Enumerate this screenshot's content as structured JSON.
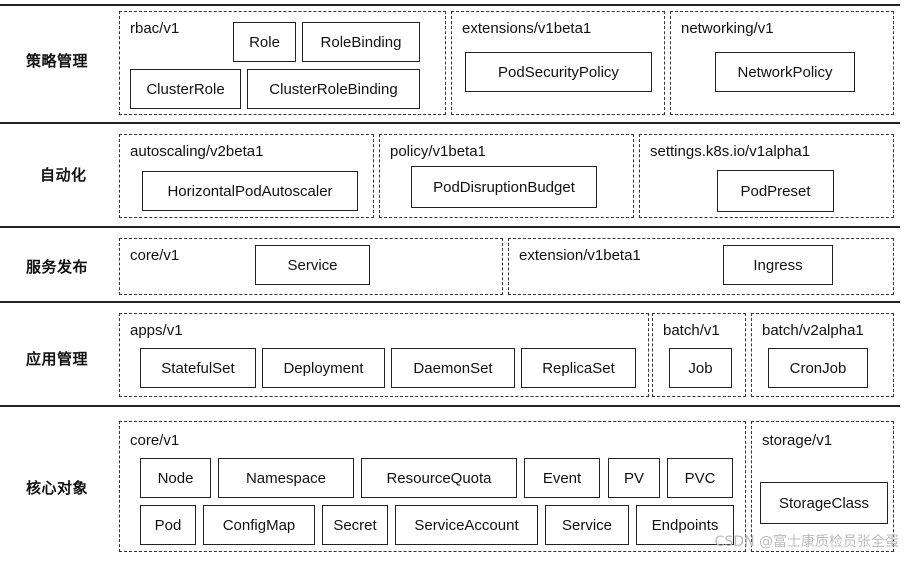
{
  "rows": [
    {
      "label": "策略管理",
      "groups": [
        {
          "title": "rbac/v1",
          "items": [
            "Role",
            "RoleBinding",
            "ClusterRole",
            "ClusterRoleBinding"
          ]
        },
        {
          "title": "extensions/v1beta1",
          "items": [
            "PodSecurityPolicy"
          ]
        },
        {
          "title": "networking/v1",
          "items": [
            "NetworkPolicy"
          ]
        }
      ]
    },
    {
      "label": "自动化",
      "groups": [
        {
          "title": "autoscaling/v2beta1",
          "items": [
            "HorizontalPodAutoscaler"
          ]
        },
        {
          "title": "policy/v1beta1",
          "items": [
            "PodDisruptionBudget"
          ]
        },
        {
          "title": "settings.k8s.io/v1alpha1",
          "items": [
            "PodPreset"
          ]
        }
      ]
    },
    {
      "label": "服务发布",
      "groups": [
        {
          "title": "core/v1",
          "items": [
            "Service"
          ]
        },
        {
          "title": "extension/v1beta1",
          "items": [
            "Ingress"
          ]
        }
      ]
    },
    {
      "label": "应用管理",
      "groups": [
        {
          "title": "apps/v1",
          "items": [
            "StatefulSet",
            "Deployment",
            "DaemonSet",
            "ReplicaSet"
          ]
        },
        {
          "title": "batch/v1",
          "items": [
            "Job"
          ]
        },
        {
          "title": "batch/v2alpha1",
          "items": [
            "CronJob"
          ]
        }
      ]
    },
    {
      "label": "核心对象",
      "groups": [
        {
          "title": "core/v1",
          "items": [
            "Node",
            "Namespace",
            "ResourceQuota",
            "Event",
            "PV",
            "PVC",
            "Pod",
            "ConfigMap",
            "Secret",
            "ServiceAccount",
            "Service",
            "Endpoints"
          ]
        },
        {
          "title": "storage/v1",
          "items": [
            "StorageClass"
          ]
        }
      ]
    }
  ],
  "watermark": "CSDN @富士康质检员张全蛋"
}
